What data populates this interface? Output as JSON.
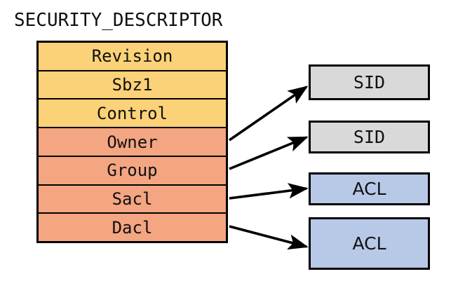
{
  "diagram": {
    "title": "SECURITY_DESCRIPTOR",
    "struct_rows": [
      {
        "label": "Revision",
        "color": "#fbd277",
        "group": "header"
      },
      {
        "label": "Sbz1",
        "color": "#fbd277",
        "group": "header"
      },
      {
        "label": "Control",
        "color": "#fbd277",
        "group": "header"
      },
      {
        "label": "Owner",
        "color": "#f4a582",
        "group": "pointer"
      },
      {
        "label": "Group",
        "color": "#f4a582",
        "group": "pointer"
      },
      {
        "label": "Sacl",
        "color": "#f4a582",
        "group": "pointer"
      },
      {
        "label": "Dacl",
        "color": "#f4a582",
        "group": "pointer"
      }
    ],
    "referenced_objects": [
      {
        "label": "SID",
        "color": "#d9d9d9"
      },
      {
        "label": "SID",
        "color": "#d9d9d9"
      },
      {
        "label": "ACL",
        "color": "#b8c9e8"
      },
      {
        "label": "ACL",
        "color": "#b8c9e8"
      }
    ],
    "connections": [
      {
        "from": "Owner",
        "to": "SID"
      },
      {
        "from": "Group",
        "to": "SID"
      },
      {
        "from": "Sacl",
        "to": "ACL"
      },
      {
        "from": "Dacl",
        "to": "ACL"
      }
    ],
    "colors": {
      "header_fill": "#fbd277",
      "pointer_fill": "#f4a582",
      "sid_fill": "#d9d9d9",
      "acl_fill": "#b8c9e8",
      "stroke": "#000000",
      "background": "#ffffff"
    }
  }
}
